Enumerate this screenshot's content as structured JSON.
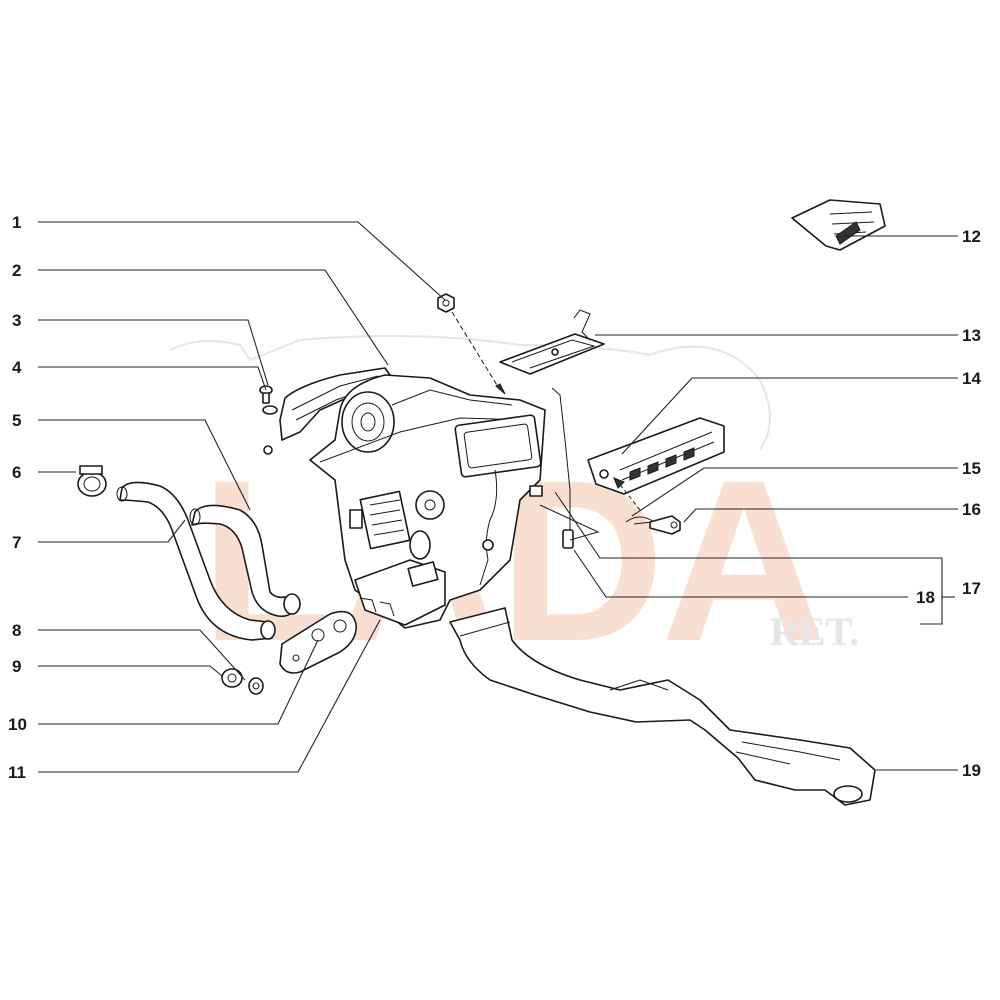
{
  "watermark": {
    "text": "LADA",
    "subtext": "RET.",
    "color": "#f9dfd2"
  },
  "callouts": [
    {
      "id": "1",
      "label": "1"
    },
    {
      "id": "2",
      "label": "2"
    },
    {
      "id": "3",
      "label": "3"
    },
    {
      "id": "4",
      "label": "4"
    },
    {
      "id": "5",
      "label": "5"
    },
    {
      "id": "6",
      "label": "6"
    },
    {
      "id": "7",
      "label": "7"
    },
    {
      "id": "8",
      "label": "8"
    },
    {
      "id": "9",
      "label": "9"
    },
    {
      "id": "10",
      "label": "10"
    },
    {
      "id": "11",
      "label": "11"
    },
    {
      "id": "12",
      "label": "12"
    },
    {
      "id": "13",
      "label": "13"
    },
    {
      "id": "14",
      "label": "14"
    },
    {
      "id": "15",
      "label": "15"
    },
    {
      "id": "16",
      "label": "16"
    },
    {
      "id": "17",
      "label": "17"
    },
    {
      "id": "18",
      "label": "18"
    },
    {
      "id": "19",
      "label": "19"
    }
  ]
}
